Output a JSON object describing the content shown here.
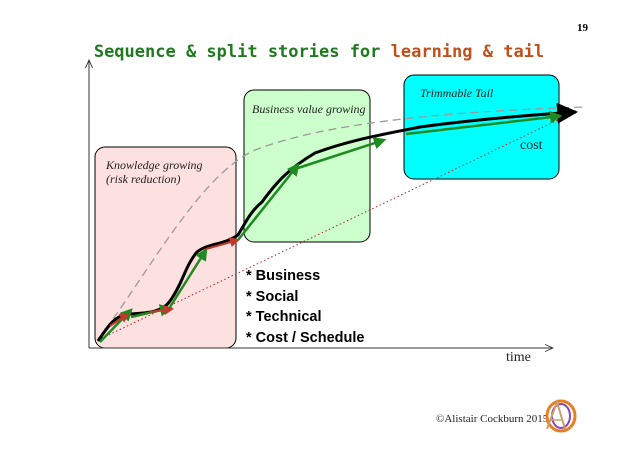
{
  "slide": {
    "page_number": "19",
    "title_prefix": "Sequence & split stories for ",
    "title_highlight": "learning & tail",
    "copyright": "©Alistair Cockburn 2015"
  },
  "diagram": {
    "boxes": [
      {
        "id": "knowledge",
        "line1": "Knowledge growing",
        "line2": "(risk reduction)",
        "color": "#fde0e0"
      },
      {
        "id": "business_value",
        "label": "Business value growing",
        "color": "#ccffcc"
      },
      {
        "id": "trimmable_tail",
        "label": "Trimmable Tail",
        "color": "#00ffff"
      }
    ],
    "axis_x_label": "time",
    "cost_label": "cost",
    "bullets": [
      "* Business",
      "* Social",
      "* Technical",
      "* Cost / Schedule"
    ],
    "colors": {
      "value_curve": "#000000",
      "story_arrows": "#1f8a1f",
      "learning_arrows": "#c0392b",
      "ideal_curve": "#9a9a9a",
      "cost_line": "#b22222"
    }
  }
}
